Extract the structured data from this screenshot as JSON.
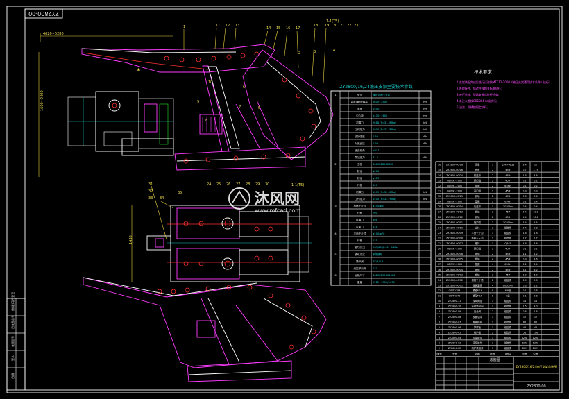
{
  "drawing_number_top": "ZY2800-00",
  "drawing_number_bottom": "ZY2800-00",
  "param_table_title": "ZY2800/16/24液压支架主要技术参数",
  "tech_req_title": "技术要求",
  "tech_req_lines": [
    "1.支架装配完成后进行试验按MT312-2000《液压支架通用技术条件》执行;",
    "2.各焊接件、铸造件按相关标准执行;",
    "3.液压系统、管路安装后进行检查;",
    "4.未注公差按GB1804-m级执行;",
    "5.油漆、防锈按规定执行。"
  ],
  "title_block_label": "总装图",
  "title_block_name": "ZY2800/16/24液压支架总装图",
  "watermark_brand": "沐风网",
  "watermark_url": "www.mfcad.com",
  "top_balloons": [
    "1",
    "11",
    "12",
    "13",
    "14",
    "15",
    "16",
    "17",
    "18",
    "19",
    "20",
    "21",
    "22",
    "23"
  ],
  "side_balloons": [
    "2",
    "3",
    "4",
    "5",
    "6",
    "7",
    "8",
    "9",
    "10"
  ],
  "bottom_balloons": [
    "24",
    "25",
    "26",
    "27",
    "28",
    "29",
    "30",
    "31",
    "32",
    "33",
    "34",
    "35"
  ],
  "param_rows": [
    [
      "1",
      "型式",
      "掩护式液压支架",
      ""
    ],
    [
      "",
      "高度(最低/最高)",
      "1600~2400",
      "mm"
    ],
    [
      "",
      "宽度",
      "1500",
      "mm"
    ],
    [
      "",
      "中心距",
      "1430~1600",
      "mm"
    ],
    [
      "",
      "初撑力",
      "2618  (P=31.5MPa)",
      "kN"
    ],
    [
      "",
      "工作阻力",
      "2800  (P=33.7MPa)",
      "kN"
    ],
    [
      "",
      "支护强度",
      "0.69",
      "MPa"
    ],
    [
      "",
      "对底比压",
      "0.98",
      "MPa"
    ],
    [
      "",
      "适应倾角",
      "≤15°",
      ""
    ],
    [
      "",
      "泵站压力",
      "31.5",
      "MPa"
    ],
    [
      "2",
      "立柱",
      "4600X1800X630",
      ""
    ],
    [
      "",
      "缸径",
      "φ200",
      ""
    ],
    [
      "",
      "柱径",
      "φ185",
      ""
    ],
    [
      "",
      "行程",
      "800",
      ""
    ],
    [
      "",
      "初撑力",
      "1309  (P=31.5MPa)",
      "kN"
    ],
    [
      "",
      "工作阻力",
      "1400  (P=33.7MPa)",
      "kN"
    ],
    [
      "3",
      "推移千斤顶",
      "φ140/φ85",
      ""
    ],
    [
      "",
      "行程",
      "700",
      ""
    ],
    [
      "",
      "推溜力",
      "308",
      ""
    ],
    [
      "",
      "拉架力",
      "128",
      ""
    ],
    [
      "4",
      "平衡千斤顶",
      "φ100/φ70",
      ""
    ],
    [
      "",
      "行程",
      "235",
      ""
    ],
    [
      "",
      "推力/拉力",
      "190/98  (P=31.5MPa)",
      ""
    ],
    [
      "5",
      "操纵方式",
      "本架操纵",
      ""
    ],
    [
      "",
      "操纵阀",
      "ZC/2/6.5",
      ""
    ],
    [
      "",
      "液控单向阀",
      "170",
      ""
    ],
    [
      "6",
      "运输尺寸",
      "4620X1500X1600",
      ""
    ],
    [
      "",
      "重量",
      "9512~9510/9474",
      ""
    ]
  ],
  "bom_rows": [
    [
      "36",
      "ZY2800-00/16",
      "顶梁",
      "1",
      "Q345-A/Q3",
      "8.4",
      "12"
    ],
    [
      "35",
      "ZY2800-00/16",
      "底座",
      "2",
      "45#",
      "0.7",
      "1.74"
    ],
    [
      "34",
      "ZY2800-00/24",
      "前连杆",
      "2",
      "45#",
      "2.3",
      "4.6"
    ],
    [
      "33",
      "GB/T91-2000",
      "开口销",
      "2",
      "45#",
      "0.1",
      "0.2"
    ],
    [
      "32",
      "GB/T97-2000",
      "垫圈",
      "2",
      "65Mn",
      "0.1",
      "0.2"
    ],
    [
      "31",
      "GB/T91-2000",
      "开口销",
      "1",
      "45#",
      "0.3",
      "0.3"
    ],
    [
      "30",
      "ZY2800-00/15",
      "销轴",
      "2",
      "45#",
      "0.3",
      "0.6"
    ],
    [
      "29",
      "GB/T97-2000",
      "垫圈",
      "2",
      "65Mn",
      "0.2",
      "0.4"
    ],
    [
      "28",
      "ZY2800-00/14",
      "后连杆",
      "1",
      "ZG25Mn",
      "0.4",
      "0.4"
    ],
    [
      "27",
      "ZY2800-00/13",
      "销轴",
      "2",
      "45#",
      "5.4",
      "10.8"
    ],
    [
      "26",
      "ZY2800-00/12",
      "销轴",
      "2",
      "45#",
      "5.4",
      "10.8"
    ],
    [
      "25",
      "ZY2800-00/11",
      "掩护梁",
      "1",
      "ZG25Mn",
      "5.5",
      "5.5"
    ],
    [
      "24",
      "ZY2800-00/10",
      "立柱",
      "2",
      "组合件",
      "0.4",
      "0.8"
    ],
    [
      "23",
      "ZY2800-00/09",
      "平衡千斤顶",
      "1",
      "组合件",
      "1.8",
      "1.8"
    ],
    [
      "22",
      "ZY2800-00/08",
      "推移千斤顶",
      "1",
      "组合件",
      "1.7",
      "1.7"
    ],
    [
      "21",
      "ZY2800-00/07",
      "推杆",
      "1",
      "Q345",
      "4.6",
      "4.6"
    ],
    [
      "20",
      "GB/T91-2000",
      "开口销",
      "2",
      "45#",
      "0.1",
      "0.2"
    ],
    [
      "19",
      "ZY2800-00/06",
      "销轴",
      "2",
      "45#",
      "1.1",
      "2.2"
    ],
    [
      "18",
      "ZY2800-00/05",
      "销轴",
      "4",
      "45#",
      "0.9",
      "3.6"
    ],
    [
      "17",
      "GB/T97-2000",
      "垫圈",
      "4",
      "65Mn",
      "0.1",
      "0.4"
    ],
    [
      "16",
      "ZY2800-00/04",
      "销轴",
      "2",
      "45#",
      "3.1",
      "6.2"
    ],
    [
      "15",
      "ZY2800-00/03",
      "销轴",
      "2",
      "45#",
      "3.0",
      "6.0"
    ],
    [
      "14",
      "ZY2800-00/02",
      "侧推千斤顶",
      "2",
      "组合件",
      "4.5",
      "9.0"
    ],
    [
      "13",
      "ZY2800-00/01",
      "弹簧套筒",
      "4",
      "60Si2Mn",
      "0.3",
      "1.2"
    ],
    [
      "12",
      "GB/T5783",
      "螺栓M16",
      "8",
      "8.8级",
      "0.1",
      "0.8"
    ],
    [
      "11",
      "GB/T6170",
      "螺母M16",
      "8",
      "8级",
      "0.1",
      "0.8"
    ],
    [
      "10",
      "ZY2800-11",
      "操纵阀组",
      "1",
      "组合件",
      "14",
      "14"
    ],
    [
      "9",
      "ZY2800-10",
      "液控单向阀",
      "2",
      "组合件",
      "1.5",
      "3.0"
    ],
    [
      "8",
      "ZY2800-09",
      "安全阀",
      "2",
      "组合件",
      "0.8",
      "1.6"
    ],
    [
      "7",
      "ZY2800-08",
      "胶管总成",
      "1",
      "组合件",
      "12",
      "12"
    ],
    [
      "6",
      "ZY2800-07",
      "推移框架",
      "1",
      "组合件",
      "66",
      "66"
    ],
    [
      "5",
      "ZY2800-06",
      "护帮板",
      "1",
      "组合件",
      "48",
      "48"
    ],
    [
      "4",
      "ZY2800-05",
      "侧护板",
      "2",
      "组合件",
      "53",
      "106"
    ],
    [
      "3",
      "ZY2800-04",
      "顶梁组件",
      "1",
      "组合件",
      "1228",
      "1228"
    ],
    [
      "2",
      "ZY2800-03",
      "底座组件",
      "1",
      "组合件",
      "1342",
      "1342"
    ],
    [
      "1",
      "ZY2800-02",
      "掩护梁组件",
      "1",
      "组合件",
      "1029",
      "1029"
    ]
  ],
  "bom_header": [
    "序号",
    "代号",
    "名称",
    "数量",
    "材料",
    "单重",
    "总重"
  ],
  "left_block_labels": [
    "借(通)用件登记",
    "旧底图总号",
    "底图总号",
    "签字",
    "日期"
  ],
  "dims": {
    "top_width": "4620~5280",
    "left_height": "1600~2400",
    "plan_height": "1430",
    "balloon_a": "1-1(T5)",
    "balloon_b": "1-1(T5)"
  }
}
